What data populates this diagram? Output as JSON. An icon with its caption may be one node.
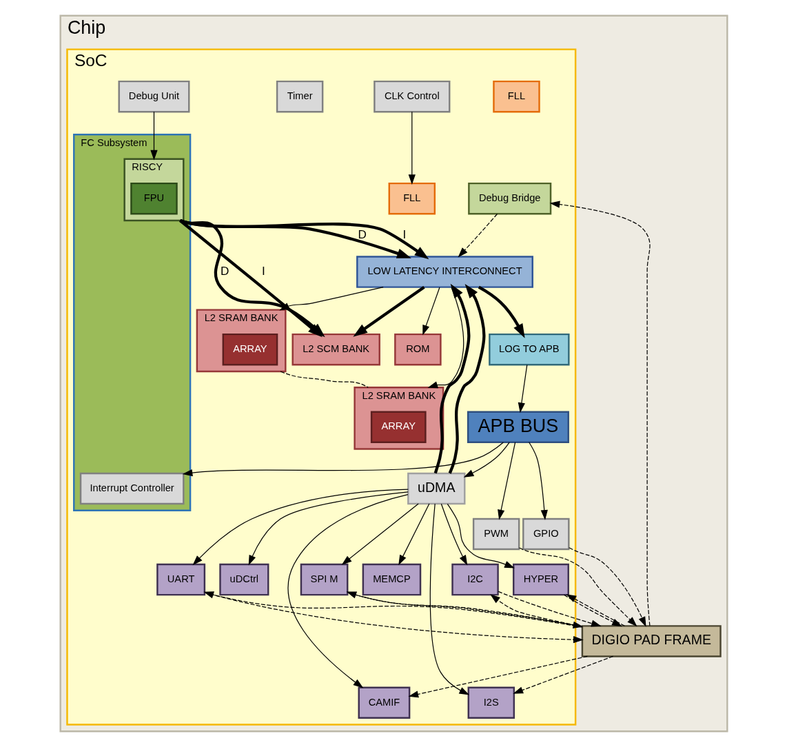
{
  "diagram": {
    "nodes": [
      {
        "text": [
          "Chip"
        ]
      },
      {
        "text": [
          "SoC"
        ],
        "in": 0
      },
      {
        "text": [
          "DIGIO PAD FRAME"
        ],
        "in": 0
      },
      {
        "text": [
          "L2 SRAM BANK"
        ],
        "in": 1
      },
      {
        "text": [
          "ARRAY"
        ],
        "in": 3
      },
      {
        "text": [
          "L2 SRAM BANK"
        ],
        "in": 1
      },
      {
        "text": [
          "ARRAY"
        ],
        "in": 5
      },
      {
        "text": [
          "ROM"
        ],
        "in": 1
      },
      {
        "text": [
          "Debug Bridge"
        ],
        "in": 1
      },
      {
        "text": [
          "LOW LATENCY INTERCONNECT"
        ],
        "in": 1
      },
      {
        "text": [
          "L2 SCM BANK"
        ],
        "in": 1
      },
      {
        "text": [
          "SPI M"
        ],
        "in": 1
      },
      {
        "text": [
          "CAMIF"
        ],
        "in": 1
      },
      {
        "text": [
          "MEMCP"
        ],
        "in": 1
      },
      {
        "text": [
          "UART"
        ],
        "in": 1
      },
      {
        "text": [
          "I2C"
        ],
        "in": 1
      },
      {
        "text": [
          "HYPER"
        ],
        "in": 1
      },
      {
        "text": [
          "I2S"
        ],
        "in": 1
      },
      {
        "text": [
          "uDCtrl"
        ],
        "in": 1
      },
      {
        "text": [
          "uDMA"
        ],
        "in": 1
      },
      {
        "text": [
          "FC Subsystem"
        ],
        "in": 1
      },
      {
        "text": [
          "RISCY"
        ],
        "in": 20
      },
      {
        "text": [
          "FPU"
        ],
        "in": 21
      },
      {
        "text": [
          "Interrupt Controller"
        ],
        "in": 20
      },
      {
        "text": [
          "LOG TO APB"
        ],
        "in": 1
      },
      {
        "text": [
          "GPIO"
        ],
        "in": 1
      },
      {
        "text": [
          "PWM"
        ],
        "in": 1
      },
      {
        "text": [
          "APB BUS"
        ],
        "in": 1
      },
      {
        "text": [
          "FLL"
        ],
        "in": 1
      },
      {
        "text": [
          "FLL"
        ],
        "in": 1
      },
      {
        "text": [
          "CLK Control"
        ],
        "in": 1
      },
      {
        "text": [
          "Timer"
        ],
        "in": 1
      },
      {
        "text": [
          "Debug Unit"
        ],
        "in": 1
      }
    ],
    "edges": [
      {
        "from": 3,
        "to": 5,
        "arrow": "none",
        "style": "dashed"
      },
      {
        "from": 9,
        "to": 3,
        "arrow": "to"
      },
      {
        "from": 9,
        "to": 5,
        "arrow": "to"
      },
      {
        "from": 9,
        "to": 7,
        "arrow": "to"
      },
      {
        "from": 2,
        "to": 8,
        "arrow": "to",
        "style": "dashed"
      },
      {
        "from": 8,
        "to": 9,
        "arrow": "to",
        "style": "dashed"
      },
      {
        "from": 19,
        "to": 9,
        "arrow": "to",
        "style": "thick"
      },
      {
        "from": 19,
        "to": 9,
        "arrow": "to",
        "style": "thick"
      },
      {
        "from": 21,
        "to": 9,
        "arrow": "to",
        "style": "thick",
        "label": "I"
      },
      {
        "from": 21,
        "to": 9,
        "arrow": "to",
        "style": "thick",
        "label": "D"
      },
      {
        "from": 9,
        "to": 10,
        "arrow": "to",
        "style": "thick"
      },
      {
        "from": 21,
        "to": 10,
        "arrow": "to",
        "style": "thick",
        "label": "I"
      },
      {
        "from": 21,
        "to": 10,
        "arrow": "to",
        "style": "thick",
        "label": "D"
      },
      {
        "from": 9,
        "to": 24,
        "arrow": "to",
        "style": "thick"
      },
      {
        "from": 2,
        "to": 11,
        "arrow": "to",
        "style": "dashed"
      },
      {
        "from": 11,
        "to": 2,
        "arrow": "to",
        "style": "dashed"
      },
      {
        "from": 2,
        "to": 12,
        "arrow": "to",
        "style": "dashed"
      },
      {
        "from": 2,
        "to": 14,
        "arrow": "to",
        "style": "dashed"
      },
      {
        "from": 14,
        "to": 2,
        "arrow": "to",
        "style": "dashed"
      },
      {
        "from": 2,
        "to": 15,
        "arrow": "to",
        "style": "dashed"
      },
      {
        "from": 15,
        "to": 2,
        "arrow": "to",
        "style": "dashed"
      },
      {
        "from": 2,
        "to": 16,
        "arrow": "to",
        "style": "dashed"
      },
      {
        "from": 16,
        "to": 2,
        "arrow": "to",
        "style": "dashed"
      },
      {
        "from": 2,
        "to": 17,
        "arrow": "to",
        "style": "dashed"
      },
      {
        "from": 19,
        "to": 11,
        "arrow": "to"
      },
      {
        "from": 19,
        "to": 12,
        "arrow": "to"
      },
      {
        "from": 19,
        "to": 13,
        "arrow": "to"
      },
      {
        "from": 19,
        "to": 14,
        "arrow": "to"
      },
      {
        "from": 19,
        "to": 15,
        "arrow": "to"
      },
      {
        "from": 19,
        "to": 16,
        "arrow": "to"
      },
      {
        "from": 19,
        "to": 17,
        "arrow": "to"
      },
      {
        "from": 19,
        "to": 18,
        "arrow": "to"
      },
      {
        "from": 27,
        "to": 19,
        "arrow": "to"
      },
      {
        "from": 27,
        "to": 23,
        "arrow": "to"
      },
      {
        "from": 24,
        "to": 27,
        "arrow": "to"
      },
      {
        "from": 32,
        "to": 21,
        "arrow": "to"
      },
      {
        "from": 27,
        "to": 25,
        "arrow": "to"
      },
      {
        "from": 27,
        "to": 26,
        "arrow": "to"
      },
      {
        "from": 25,
        "to": 2,
        "arrow": "to",
        "style": "dashed"
      },
      {
        "from": 26,
        "to": 2,
        "arrow": "to",
        "style": "dashed"
      },
      {
        "from": 30,
        "to": 29,
        "arrow": "to"
      }
    ]
  }
}
